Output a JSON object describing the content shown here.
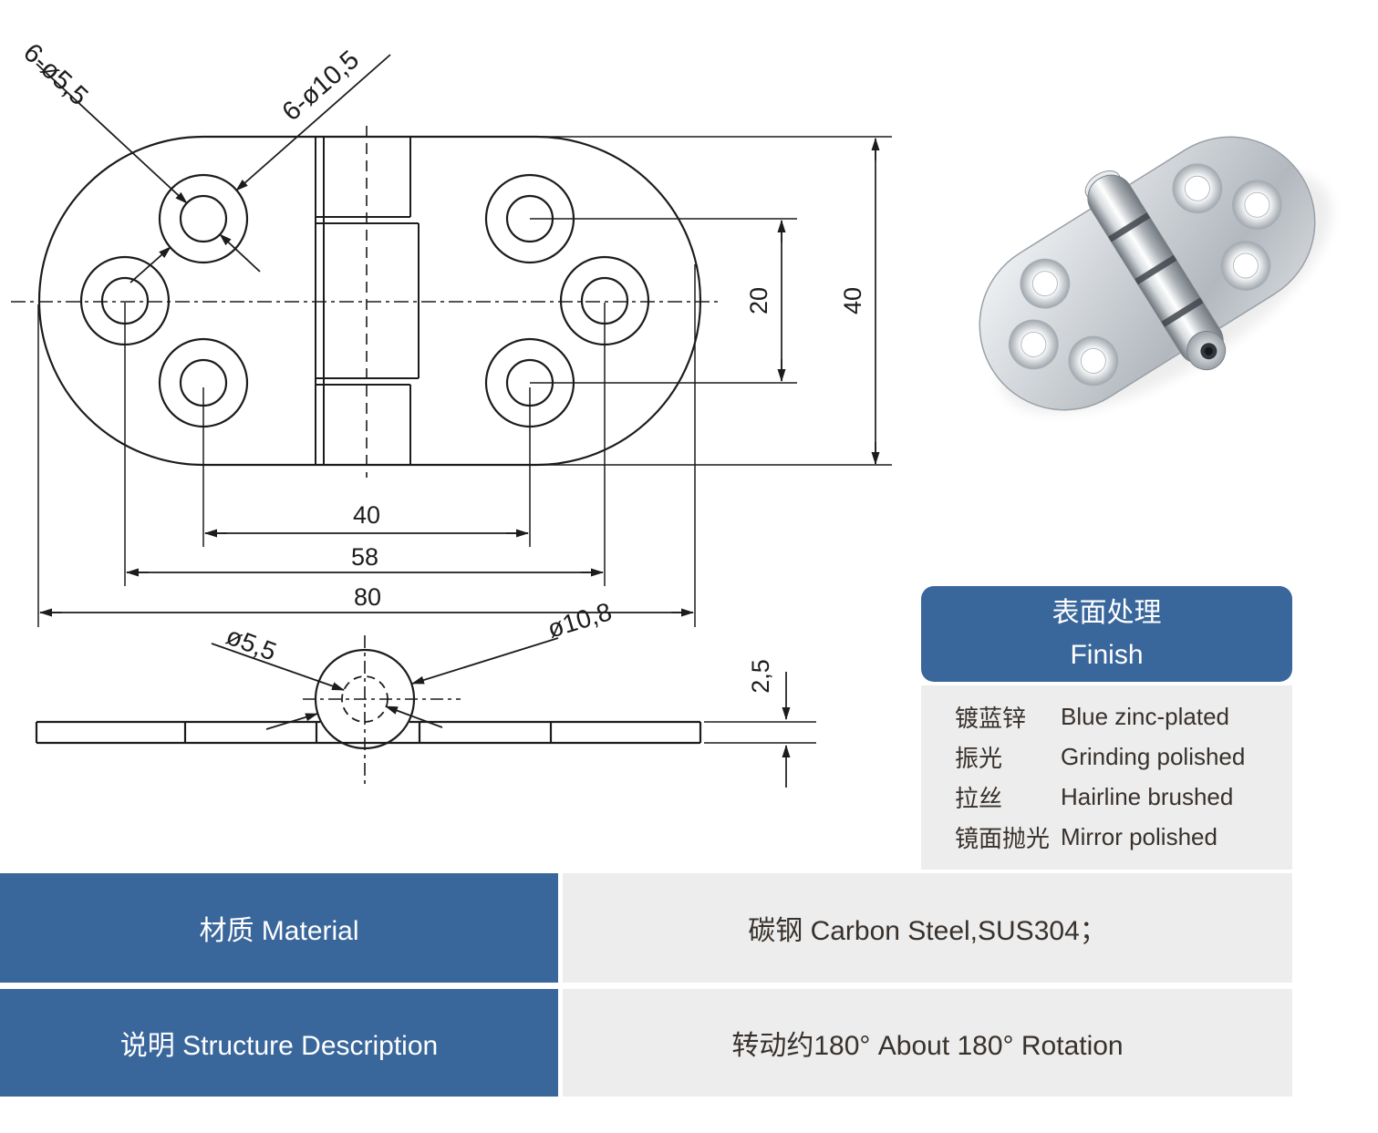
{
  "colors": {
    "accent_blue": "#3A679B",
    "panel_gray": "#EDEDED",
    "line_color": "#1C1C1C"
  },
  "drawing": {
    "callouts": {
      "holes_small": "6-ø5,5",
      "holes_large": "6-ø10,5",
      "pin_small": "ø5,5",
      "pin_large": "ø10,8"
    },
    "dimensions": {
      "hole_pitch_vertical": "20",
      "overall_width": "40",
      "hole_pitch_horizontal": "40",
      "outer_hole_pitch": "58",
      "overall_length": "80",
      "plate_thickness": "2,5"
    }
  },
  "photo": {
    "description": "Stainless steel flip hinge product photo"
  },
  "finish_panel": {
    "title_zh": "表面处理",
    "title_en": "Finish",
    "rows": [
      {
        "zh": "镀蓝锌",
        "en": "Blue zinc-plated"
      },
      {
        "zh": "振光",
        "en": "Grinding polished"
      },
      {
        "zh": "拉丝",
        "en": "Hairline brushed"
      },
      {
        "zh": "镜面抛光",
        "en": "Mirror polished"
      }
    ]
  },
  "spec_table": {
    "rows": [
      {
        "label": "材质 Material",
        "value": "碳钢   Carbon Steel,SUS304；"
      },
      {
        "label": "说明 Structure Description",
        "value": "转动约180°   About 180° Rotation"
      }
    ]
  }
}
